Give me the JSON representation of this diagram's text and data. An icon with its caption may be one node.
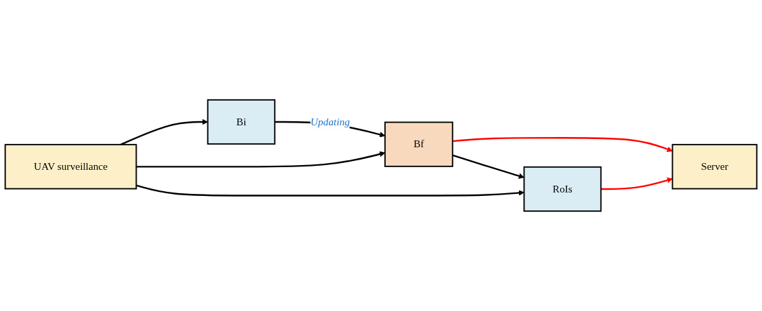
{
  "diagram": {
    "nodes": [
      {
        "text": [
          "UAV surveillance"
        ]
      },
      {
        "text": [
          "Bi"
        ]
      },
      {
        "text": [
          "Bf"
        ]
      },
      {
        "text": [
          "RoIs"
        ]
      },
      {
        "text": [
          "Server"
        ]
      }
    ],
    "edges": [
      {
        "from": 0,
        "to": 1,
        "arrow": "to"
      },
      {
        "from": 0,
        "to": 2,
        "arrow": "to"
      },
      {
        "from": 0,
        "to": 3,
        "arrow": "to"
      },
      {
        "from": 1,
        "to": 2,
        "arrow": "to",
        "label": "Updating"
      },
      {
        "from": 2,
        "to": 4,
        "arrow": "to",
        "color": "#ff0000"
      },
      {
        "from": 2,
        "to": 3,
        "arrow": "to"
      },
      {
        "from": 3,
        "to": 4,
        "arrow": "to",
        "color": "#ff0000"
      }
    ]
  }
}
